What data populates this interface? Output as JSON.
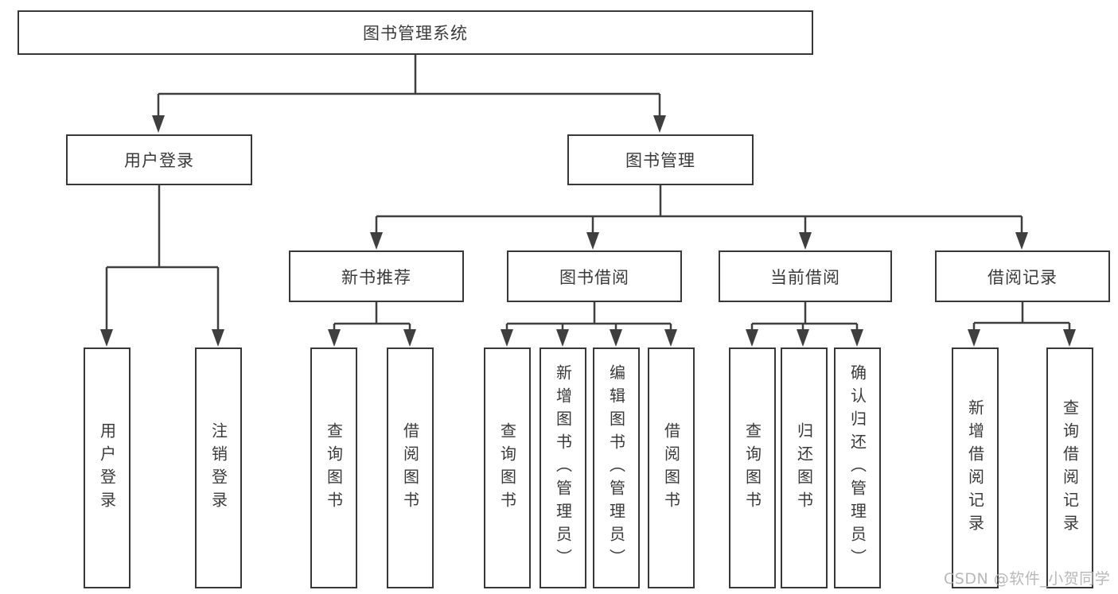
{
  "diagram": {
    "root": {
      "label": "图书管理系统"
    },
    "level2": [
      {
        "label": "用户登录",
        "children": [
          {
            "label": "用户登录"
          },
          {
            "label": "注销登录"
          }
        ]
      },
      {
        "label": "图书管理",
        "children": [
          {
            "label": "新书推荐",
            "children": [
              {
                "label": "查询图书"
              },
              {
                "label": "借阅图书"
              }
            ]
          },
          {
            "label": "图书借阅",
            "children": [
              {
                "label": "查询图书"
              },
              {
                "label": "新增图书（管理员）"
              },
              {
                "label": "编辑图书（管理员）"
              },
              {
                "label": "借阅图书"
              }
            ]
          },
          {
            "label": "当前借阅",
            "children": [
              {
                "label": "查询图书"
              },
              {
                "label": "归还图书"
              },
              {
                "label": "确认归还（管理员）"
              }
            ]
          },
          {
            "label": "借阅记录",
            "children": [
              {
                "label": "新增借阅记录"
              },
              {
                "label": "查询借阅记录"
              }
            ]
          }
        ]
      }
    ]
  },
  "colors": {
    "line": "#3f3f3f",
    "text": "#3a3a3a",
    "box_background": "#ffffff",
    "watermark": "#b2b2b2"
  },
  "watermark": "CSDN @软件_小贺同学"
}
